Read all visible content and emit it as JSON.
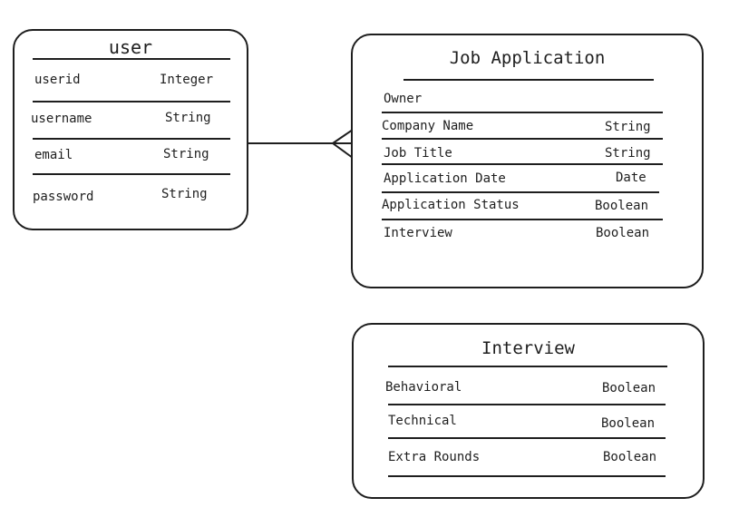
{
  "entities": {
    "user": {
      "title": "user",
      "fields": [
        {
          "name": "userid",
          "type": "Integer"
        },
        {
          "name": "username",
          "type": "String"
        },
        {
          "name": "email",
          "type": "String"
        },
        {
          "name": "password",
          "type": "String"
        }
      ]
    },
    "job_application": {
      "title": "Job Application",
      "fields": [
        {
          "name": "Owner",
          "type": ""
        },
        {
          "name": "Company Name",
          "type": "String"
        },
        {
          "name": "Job Title",
          "type": "String"
        },
        {
          "name": "Application Date",
          "type": "Date"
        },
        {
          "name": "Application Status",
          "type": "Boolean"
        },
        {
          "name": "Interview",
          "type": "Boolean"
        }
      ]
    },
    "interview": {
      "title": "Interview",
      "fields": [
        {
          "name": "Behavioral",
          "type": "Boolean"
        },
        {
          "name": "Technical",
          "type": "Boolean"
        },
        {
          "name": "Extra Rounds",
          "type": "Boolean"
        }
      ]
    }
  },
  "relationship": {
    "from": "user",
    "to": "Job Application",
    "cardinality": "one-to-many"
  }
}
